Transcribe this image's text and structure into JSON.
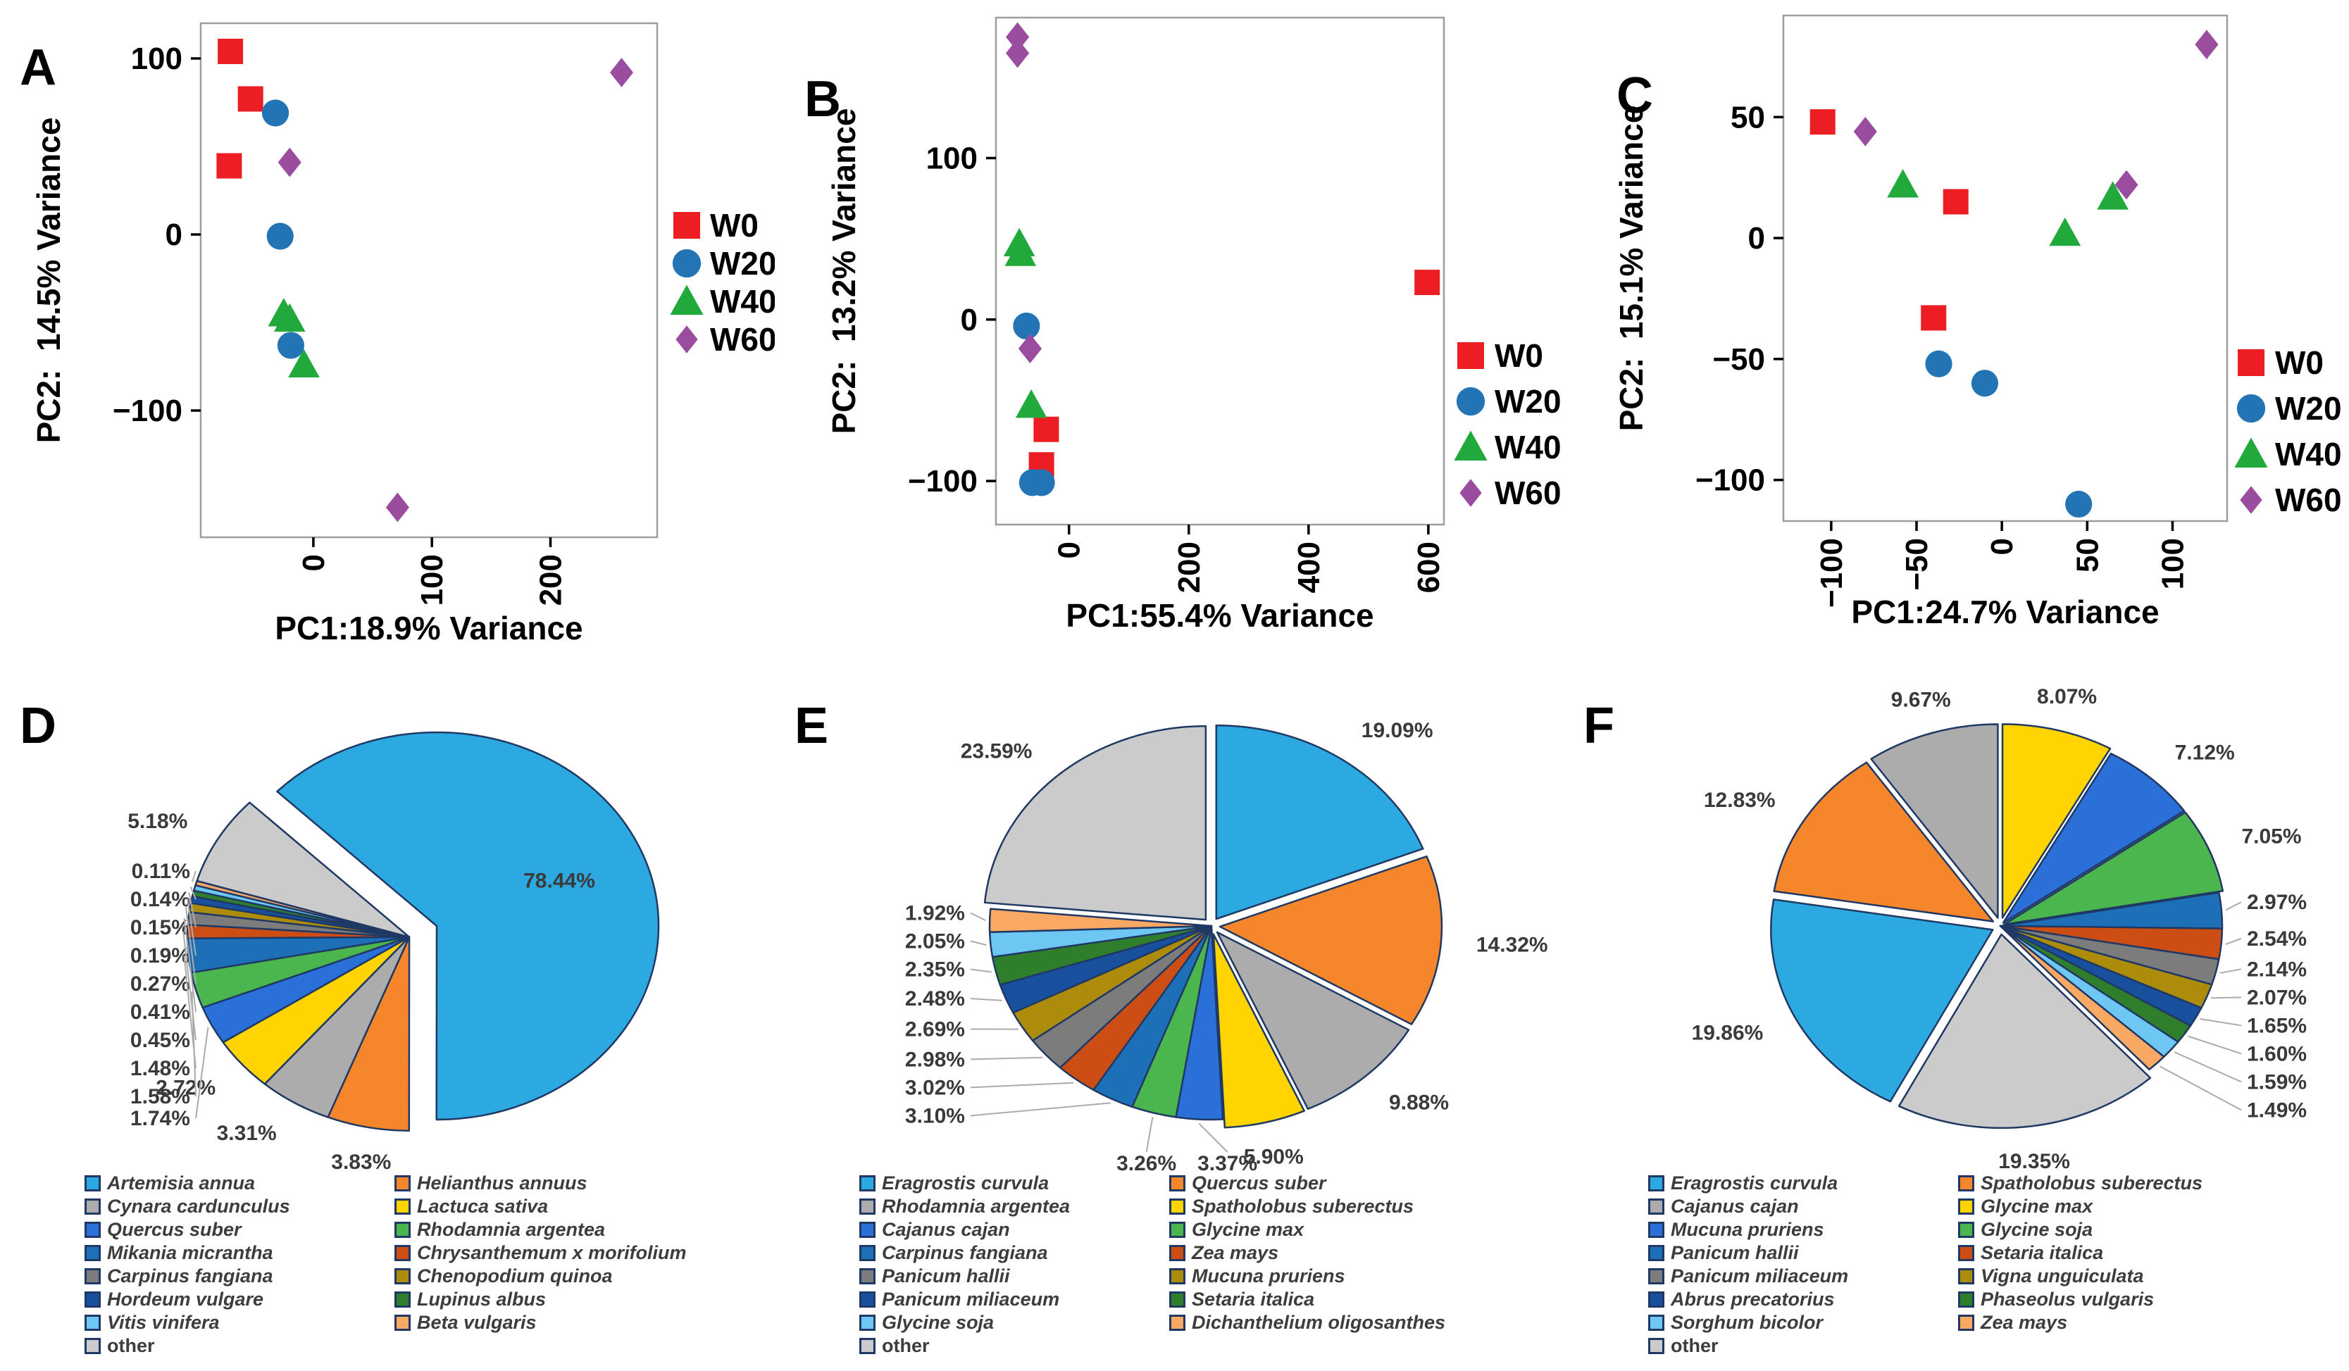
{
  "figure": {
    "background": "#ffffff",
    "frame_color": "#9e9e9e",
    "axis_color": "#000000",
    "slice_stroke": "#1F3864",
    "pct_label_color": "#3a3a3a",
    "leader_color": "#ababab",
    "panel_letter_color": "#000000"
  },
  "chart_data": [
    {
      "id": "A",
      "type": "scatter",
      "panel_letter": "A",
      "xlabel": "PC1:18.9% Variance",
      "ylabel": "PC2:  14.5% Variance",
      "xlim": [
        -95,
        290
      ],
      "ylim": [
        -172,
        120
      ],
      "xticks": [
        {
          "v": 0,
          "t": "0"
        },
        {
          "v": 100,
          "t": "100"
        },
        {
          "v": 200,
          "t": "200"
        }
      ],
      "yticks": [
        {
          "v": 100,
          "t": "100"
        },
        {
          "v": 0,
          "t": "0"
        },
        {
          "v": -100,
          "t": "−100"
        }
      ],
      "grid": false,
      "legend_position": "right",
      "series": [
        {
          "name": "W0",
          "marker": "square",
          "color": "#EC1E24",
          "points": [
            [
              -70,
              104
            ],
            [
              -53,
              77
            ],
            [
              -71,
              39
            ]
          ]
        },
        {
          "name": "W20",
          "marker": "circle",
          "color": "#2274B5",
          "points": [
            [
              -32,
              69
            ],
            [
              -28,
              -1
            ],
            [
              -19,
              -63
            ]
          ]
        },
        {
          "name": "W40",
          "marker": "triangle",
          "color": "#22A93C",
          "points": [
            [
              -25,
              -45
            ],
            [
              -20,
              -48
            ],
            [
              -8,
              -74
            ]
          ]
        },
        {
          "name": "W60",
          "marker": "diamond",
          "color": "#9A4C9E",
          "points": [
            [
              -20,
              41
            ],
            [
              260,
              92
            ],
            [
              71,
              -155
            ]
          ]
        }
      ]
    },
    {
      "id": "B",
      "type": "scatter",
      "panel_letter": "B",
      "xlabel": "PC1:55.4% Variance",
      "ylabel": "PC2:  13.2% Variance",
      "xlim": [
        -122,
        626
      ],
      "ylim": [
        -127,
        187
      ],
      "xticks": [
        {
          "v": 0,
          "t": "0"
        },
        {
          "v": 200,
          "t": "200"
        },
        {
          "v": 400,
          "t": "400"
        },
        {
          "v": 600,
          "t": "600"
        }
      ],
      "yticks": [
        {
          "v": 100,
          "t": "100"
        },
        {
          "v": 0,
          "t": "0"
        },
        {
          "v": -100,
          "t": "−100"
        }
      ],
      "grid": false,
      "legend_position": "right",
      "series": [
        {
          "name": "W0",
          "marker": "square",
          "color": "#EC1E24",
          "points": [
            [
              598,
              23
            ],
            [
              -38,
              -68
            ],
            [
              -46,
              -90
            ]
          ]
        },
        {
          "name": "W20",
          "marker": "circle",
          "color": "#2274B5",
          "points": [
            [
              -71,
              -4
            ],
            [
              -61,
              -101
            ],
            [
              -46,
              -101
            ]
          ]
        },
        {
          "name": "W40",
          "marker": "triangle",
          "color": "#22A93C",
          "points": [
            [
              -83,
              47
            ],
            [
              -81,
              41
            ],
            [
              -63,
              -53
            ]
          ]
        },
        {
          "name": "W60",
          "marker": "diamond",
          "color": "#9A4C9E",
          "points": [
            [
              -86,
              175
            ],
            [
              -86,
              165
            ],
            [
              -65,
              -18
            ]
          ]
        }
      ]
    },
    {
      "id": "C",
      "type": "scatter",
      "panel_letter": "C",
      "xlabel": "PC1:24.7% Variance",
      "ylabel": "PC2:  15.1% Variance",
      "xlim": [
        -128,
        132
      ],
      "ylim": [
        -117,
        92
      ],
      "xticks": [
        {
          "v": -100,
          "t": "−100"
        },
        {
          "v": -50,
          "t": "−50"
        },
        {
          "v": 0,
          "t": "0"
        },
        {
          "v": 50,
          "t": "50"
        },
        {
          "v": 100,
          "t": "100"
        }
      ],
      "yticks": [
        {
          "v": 50,
          "t": "50"
        },
        {
          "v": 0,
          "t": "0"
        },
        {
          "v": -50,
          "t": "−50"
        },
        {
          "v": -100,
          "t": "−100"
        }
      ],
      "grid": false,
      "legend_position": "right",
      "series": [
        {
          "name": "W0",
          "marker": "square",
          "color": "#EC1E24",
          "points": [
            [
              -105,
              48
            ],
            [
              -27,
              15
            ],
            [
              -40,
              -33
            ]
          ]
        },
        {
          "name": "W20",
          "marker": "circle",
          "color": "#2274B5",
          "points": [
            [
              -37,
              -52
            ],
            [
              -10,
              -60
            ],
            [
              45,
              -110
            ]
          ]
        },
        {
          "name": "W40",
          "marker": "triangle",
          "color": "#22A93C",
          "points": [
            [
              -58,
              22
            ],
            [
              37,
              2
            ],
            [
              65,
              17
            ]
          ]
        },
        {
          "name": "W60",
          "marker": "diamond",
          "color": "#9A4C9E",
          "points": [
            [
              -80,
              44
            ],
            [
              73,
              22
            ],
            [
              120,
              80
            ]
          ]
        }
      ]
    },
    {
      "id": "D",
      "type": "pie",
      "panel_letter": "D",
      "start_angle_deg": 314,
      "angle_exponent": 0.78,
      "explode_groups": [
        {
          "indices": [
            1,
            2,
            3,
            4,
            5,
            6,
            7,
            8,
            9,
            10,
            11,
            12,
            13,
            14
          ],
          "angle_deg": 248,
          "dist": 42
        }
      ],
      "explode_radial": [],
      "slices": [
        {
          "label": "Artemisia annua",
          "value": 78.44,
          "color": "#2DA9E1",
          "italic": true
        },
        {
          "label": "Helianthus annuus",
          "value": 3.83,
          "color": "#F6862B",
          "italic": true
        },
        {
          "label": "Cynara cardunculus",
          "value": 3.31,
          "color": "#ACACAC",
          "italic": true
        },
        {
          "label": "Lactuca sativa",
          "value": 2.72,
          "color": "#FFD401",
          "italic": true
        },
        {
          "label": "Quercus suber",
          "value": 1.74,
          "color": "#2A70D8",
          "italic": true
        },
        {
          "label": "Rhodamnia argentea",
          "value": 1.58,
          "color": "#4AB64D",
          "italic": true
        },
        {
          "label": "Mikania micrantha",
          "value": 1.48,
          "color": "#1D70B7",
          "italic": true
        },
        {
          "label": "Chrysanthemum x morifolium",
          "value": 0.45,
          "color": "#CC4E15",
          "italic": true
        },
        {
          "label": "Carpinus fangiana",
          "value": 0.41,
          "color": "#7C7C7C",
          "italic": true
        },
        {
          "label": "Chenopodium quinoa",
          "value": 0.27,
          "color": "#AC8C0A",
          "italic": true
        },
        {
          "label": "Hordeum vulgare",
          "value": 0.19,
          "color": "#19509E",
          "italic": true
        },
        {
          "label": "Lupinus albus",
          "value": 0.15,
          "color": "#2F7E2B",
          "italic": true
        },
        {
          "label": "Vitis vinifera",
          "value": 0.14,
          "color": "#6EC6F3",
          "italic": true
        },
        {
          "label": "Beta vulgaris",
          "value": 0.11,
          "color": "#F9A963",
          "italic": true
        },
        {
          "label": "other",
          "value": 5.18,
          "color": "#CBCBCB",
          "italic": false
        }
      ],
      "legend": {
        "col1": [
          0,
          2,
          4,
          6,
          8,
          10,
          12,
          14
        ],
        "col2": [
          1,
          3,
          5,
          7,
          9,
          11,
          13
        ]
      }
    },
    {
      "id": "E",
      "type": "pie",
      "panel_letter": "E",
      "start_angle_deg": 0,
      "angle_exponent": 1,
      "explode_groups": [],
      "explode_radial": [
        {
          "indices": [
            0,
            1,
            2,
            3,
            14
          ],
          "dist": 12
        }
      ],
      "slices": [
        {
          "label": "Eragrostis curvula",
          "value": 19.09,
          "color": "#2DA9E1",
          "italic": true
        },
        {
          "label": "Quercus suber",
          "value": 14.32,
          "color": "#F6862B",
          "italic": true
        },
        {
          "label": "Rhodamnia argentea",
          "value": 9.88,
          "color": "#ACACAC",
          "italic": true
        },
        {
          "label": "Spatholobus suberectus",
          "value": 5.9,
          "color": "#FFD401",
          "italic": true
        },
        {
          "label": "Cajanus cajan",
          "value": 3.37,
          "color": "#2A70D8",
          "italic": true
        },
        {
          "label": "Glycine max",
          "value": 3.26,
          "color": "#4AB64D",
          "italic": true
        },
        {
          "label": "Carpinus fangiana",
          "value": 3.1,
          "color": "#1D70B7",
          "italic": true
        },
        {
          "label": "Zea mays",
          "value": 3.02,
          "color": "#CC4E15",
          "italic": true
        },
        {
          "label": "Panicum hallii",
          "value": 2.98,
          "color": "#7C7C7C",
          "italic": true
        },
        {
          "label": "Mucuna pruriens",
          "value": 2.69,
          "color": "#AC8C0A",
          "italic": true
        },
        {
          "label": "Panicum miliaceum",
          "value": 2.48,
          "color": "#19509E",
          "italic": true
        },
        {
          "label": "Setaria italica",
          "value": 2.35,
          "color": "#2F7E2B",
          "italic": true
        },
        {
          "label": "Glycine soja",
          "value": 2.05,
          "color": "#6EC6F3",
          "italic": true
        },
        {
          "label": "Dichanthelium oligosanthes",
          "value": 1.92,
          "color": "#F9A963",
          "italic": true
        },
        {
          "label": "other",
          "value": 23.59,
          "color": "#CBCBCB",
          "italic": false
        }
      ],
      "legend": {
        "col1": [
          0,
          2,
          4,
          6,
          8,
          10,
          12,
          14
        ],
        "col2": [
          1,
          3,
          5,
          7,
          9,
          11,
          13
        ]
      }
    },
    {
      "id": "F",
      "type": "pie",
      "panel_letter": "F",
      "start_angle_deg": 0,
      "angle_exponent": 1,
      "explode_groups": [],
      "explode_radial": [
        {
          "indices": [
            0,
            11,
            12,
            13,
            14
          ],
          "dist": 12
        },
        {
          "indices": [
            1,
            2
          ],
          "dist": 6
        }
      ],
      "slices": [
        {
          "label": "Glycine max",
          "value": 8.07,
          "color": "#FFD401",
          "italic": true
        },
        {
          "label": "Mucuna pruriens",
          "value": 7.12,
          "color": "#2A70D8",
          "italic": true
        },
        {
          "label": "Glycine soja",
          "value": 7.05,
          "color": "#4AB64D",
          "italic": true
        },
        {
          "label": "Panicum hallii",
          "value": 2.97,
          "color": "#1D70B7",
          "italic": true
        },
        {
          "label": "Setaria italica",
          "value": 2.54,
          "color": "#CC4E15",
          "italic": true
        },
        {
          "label": "Panicum miliaceum",
          "value": 2.14,
          "color": "#7C7C7C",
          "italic": true
        },
        {
          "label": "Vigna unguiculata",
          "value": 2.07,
          "color": "#AC8C0A",
          "italic": true
        },
        {
          "label": "Abrus precatorius",
          "value": 1.65,
          "color": "#19509E",
          "italic": true
        },
        {
          "label": "Phaseolus vulgaris",
          "value": 1.6,
          "color": "#2F7E2B",
          "italic": true
        },
        {
          "label": "Sorghum bicolor",
          "value": 1.59,
          "color": "#6EC6F3",
          "italic": true
        },
        {
          "label": "Zea mays",
          "value": 1.49,
          "color": "#F9A963",
          "italic": true
        },
        {
          "label": "other",
          "value": 19.35,
          "color": "#CBCBCB",
          "italic": false
        },
        {
          "label": "Eragrostis curvula",
          "value": 19.86,
          "color": "#2DA9E1",
          "italic": true
        },
        {
          "label": "Spatholobus suberectus",
          "value": 12.83,
          "color": "#F6862B",
          "italic": true
        },
        {
          "label": "Cajanus cajan",
          "value": 9.67,
          "color": "#ACACAC",
          "italic": true
        }
      ],
      "legend": {
        "col1": [
          12,
          14,
          1,
          3,
          5,
          7,
          9,
          11
        ],
        "col2": [
          13,
          0,
          2,
          4,
          6,
          8,
          10
        ]
      }
    }
  ]
}
